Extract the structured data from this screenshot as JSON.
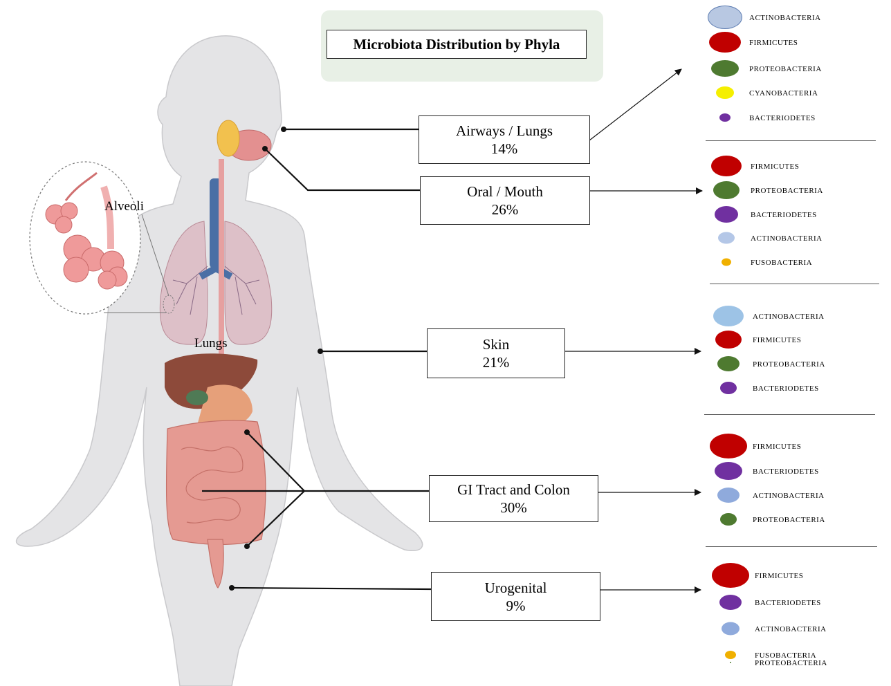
{
  "title": "Microbiota Distribution by Phyla",
  "organ_labels": {
    "alveoli": "Alveoli",
    "lungs": "Lungs"
  },
  "regions": [
    {
      "id": "airways",
      "name": "Airways / Lungs",
      "percent": "14%"
    },
    {
      "id": "oral",
      "name": "Oral / Mouth",
      "percent": "26%"
    },
    {
      "id": "skin",
      "name": "Skin",
      "percent": "21%"
    },
    {
      "id": "gi",
      "name": "GI Tract and Colon",
      "percent": "30%"
    },
    {
      "id": "uro",
      "name": "Urogenital",
      "percent": "9%"
    }
  ],
  "legends": [
    {
      "region": "airways",
      "items": [
        {
          "label": "ACTINOBACTERIA",
          "color": "#b8c8e2",
          "outline": true
        },
        {
          "label": "FIRMICUTES",
          "color": "#c00000"
        },
        {
          "label": "PROTEOBACTERIA",
          "color": "#4e7a30"
        },
        {
          "label": "CYANOBACTERIA",
          "color": "#f5ef00"
        },
        {
          "label": "BACTERIODETES",
          "color": "#7030a0"
        }
      ]
    },
    {
      "region": "oral",
      "items": [
        {
          "label": "FIRMICUTES",
          "color": "#c00000"
        },
        {
          "label": "PROTEOBACTERIA",
          "color": "#4e7a30"
        },
        {
          "label": "BACTERIODETES",
          "color": "#7030a0"
        },
        {
          "label": "ACTINOBACTERIA",
          "color": "#b4c7e7"
        },
        {
          "label": "FUSOBACTERIA",
          "color": "#f0b000"
        }
      ]
    },
    {
      "region": "skin",
      "items": [
        {
          "label": "ACTINOBACTERIA",
          "color": "#9dc3e6"
        },
        {
          "label": "FIRMICUTES",
          "color": "#c00000"
        },
        {
          "label": "PROTEOBACTERIA",
          "color": "#4e7a30"
        },
        {
          "label": "BACTERIODETES",
          "color": "#7030a0"
        }
      ]
    },
    {
      "region": "gi",
      "items": [
        {
          "label": "FIRMICUTES",
          "color": "#c00000"
        },
        {
          "label": "BACTERIODETES",
          "color": "#7030a0"
        },
        {
          "label": "ACTINOBACTERIA",
          "color": "#8faadc"
        },
        {
          "label": "PROTEOBACTERIA",
          "color": "#4e7a30"
        }
      ]
    },
    {
      "region": "uro",
      "items": [
        {
          "label": "FIRMICUTES",
          "color": "#c00000"
        },
        {
          "label": "BACTERIODETES",
          "color": "#7030a0"
        },
        {
          "label": "ACTINOBACTERIA",
          "color": "#8faadc"
        },
        {
          "label": "FUSOBACTERIA",
          "color": "#f0b000"
        },
        {
          "label": "PROTEOBACTERIA",
          "color": "#4e7a30"
        }
      ]
    }
  ]
}
